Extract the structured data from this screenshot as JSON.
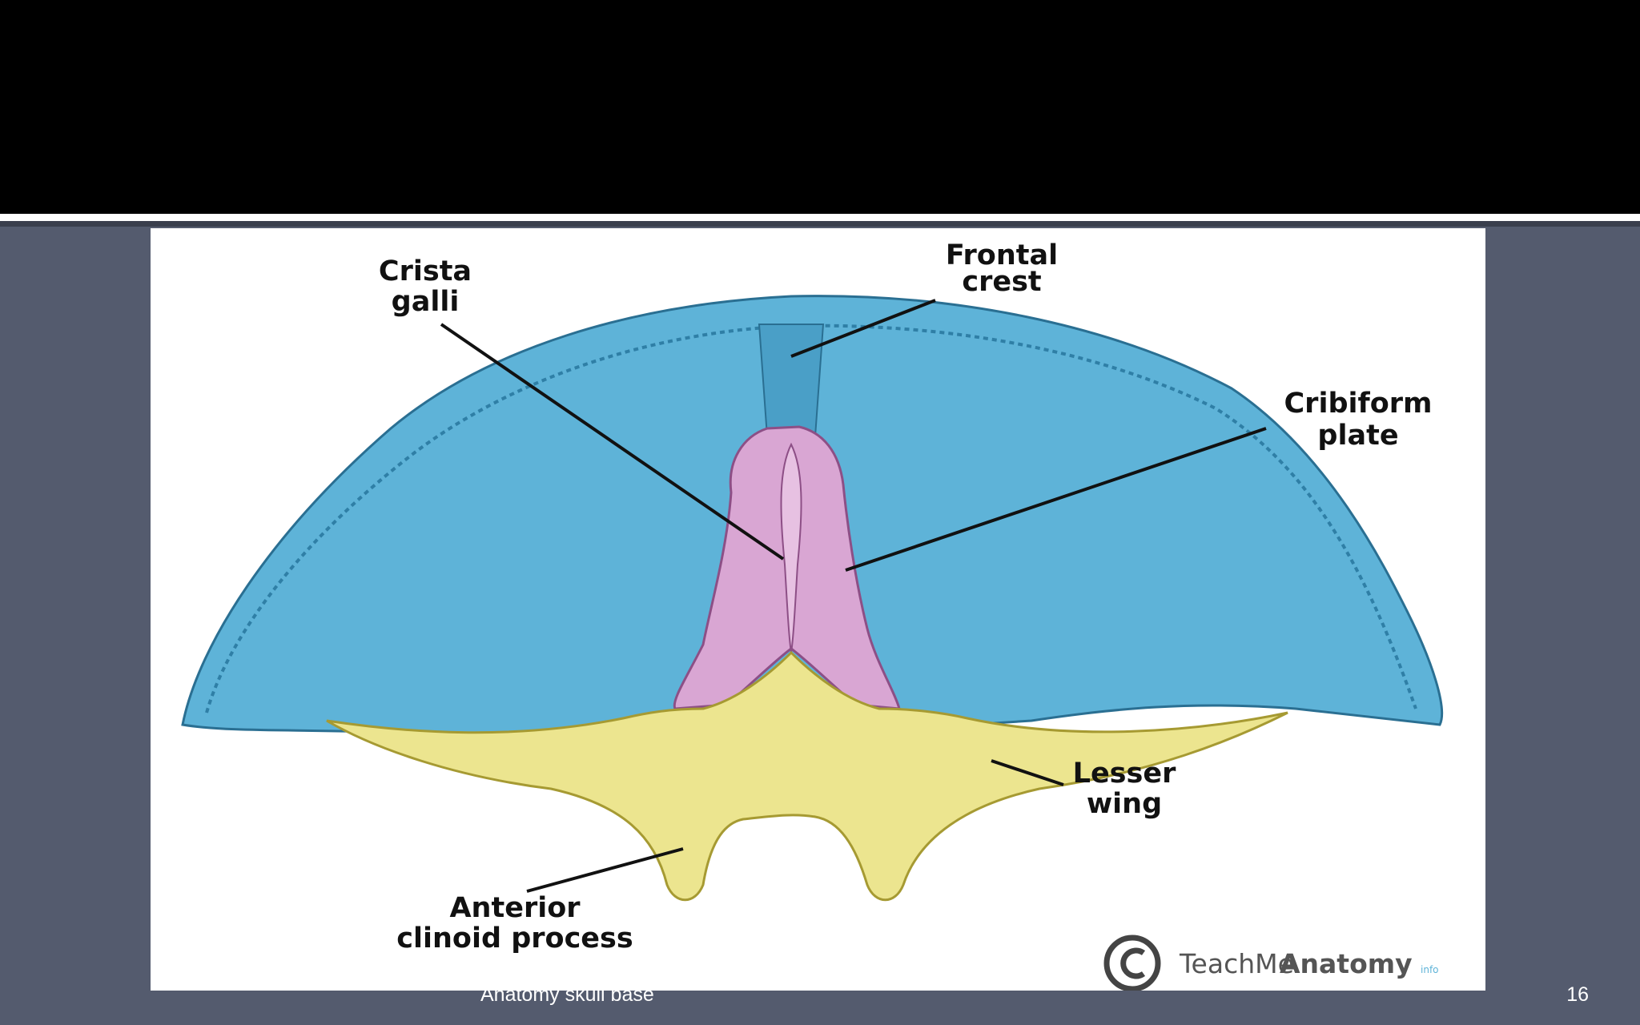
{
  "slide": {
    "footer": "Anatomy skull base",
    "page_number": "16"
  },
  "figure": {
    "labels": {
      "crista_galli": [
        "Crista",
        "galli"
      ],
      "frontal_crest": [
        "Frontal",
        "crest"
      ],
      "cribiform_plate": [
        "Cribiform",
        "plate"
      ],
      "lesser_wing": [
        "Lesser",
        "wing"
      ],
      "anterior_clinoid": [
        "Anterior",
        "clinoid process"
      ]
    },
    "watermark": {
      "brand_light": "TeachMe",
      "brand_bold": "Anatomy",
      "brand_suffix": "info"
    },
    "colors": {
      "frontal_bone": "#5eb3d8",
      "ethmoid_bone": "#d9a6d3",
      "sphenoid_bone": "#ece58f"
    }
  }
}
